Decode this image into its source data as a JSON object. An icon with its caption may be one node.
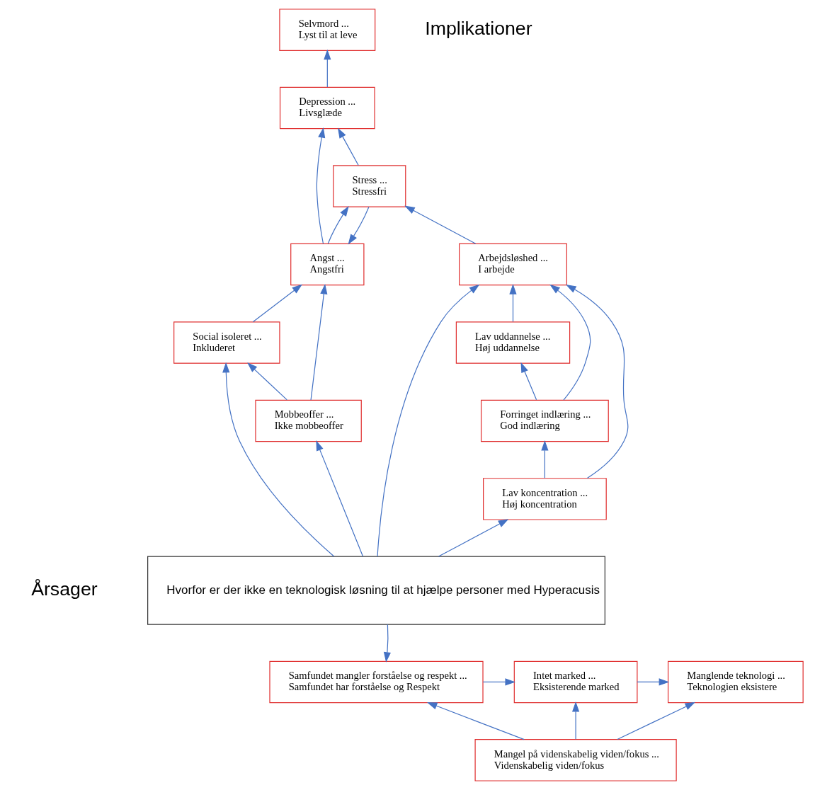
{
  "diagram": {
    "nodes": [
      {
        "text": [
          "Selvmord ...",
          "Lyst til at leve"
        ]
      },
      {
        "text": [
          "Depression ...",
          "Livsglæde"
        ]
      },
      {
        "text": [
          "Lav uddannelse ...",
          "Høj uddannelse"
        ]
      },
      {
        "text": [
          "Angst ...",
          "Angstfri"
        ]
      },
      {
        "text": [
          "Stress ...",
          "Stressfri"
        ]
      },
      {
        "text": [
          "Forringet indlæring ...",
          "God indlæring"
        ]
      },
      {
        "text": [
          "Social isoleret ...",
          "Inkluderet"
        ]
      },
      {
        "text": [
          "Mobbeoffer ...",
          "Ikke mobbeoffer"
        ]
      },
      {
        "text": [
          "Arbejdsløshed ...",
          "I arbejde"
        ]
      },
      {
        "text": [
          "Lav koncentration ...",
          "Høj koncentration"
        ]
      },
      {
        "text": [
          "Hvorfor er der ikke en teknologisk løsning til at hjælpe personer med Hyperacusis"
        ]
      },
      {
        "text": [
          "Manglende teknologi ...",
          "Teknologien eksistere"
        ]
      },
      {
        "text": [
          "Samfundet mangler forståelse og respekt ...",
          "Samfundet har forståelse og Respekt"
        ]
      },
      {
        "text": [
          "Intet marked ...",
          "Eksisterende marked"
        ]
      },
      {
        "text": [
          "Mangel på videnskabelig viden/fokus ...",
          "Videnskabelig viden/fokus"
        ]
      }
    ],
    "edges": [
      {
        "from": 1,
        "to": 0,
        "arrow": "to"
      },
      {
        "from": 3,
        "to": 1,
        "arrow": "to"
      },
      {
        "from": 4,
        "to": 1,
        "arrow": "to"
      },
      {
        "from": 3,
        "to": 4,
        "arrow": "to"
      },
      {
        "from": 4,
        "to": 3,
        "arrow": "to"
      },
      {
        "from": 6,
        "to": 3,
        "arrow": "to"
      },
      {
        "from": 7,
        "to": 3,
        "arrow": "to"
      },
      {
        "from": 8,
        "to": 4,
        "arrow": "to"
      },
      {
        "from": 2,
        "to": 8,
        "arrow": "to"
      },
      {
        "from": 5,
        "to": 2,
        "arrow": "to"
      },
      {
        "from": 5,
        "to": 8,
        "arrow": "to"
      },
      {
        "from": 9,
        "to": 5,
        "arrow": "to"
      },
      {
        "from": 9,
        "to": 8,
        "arrow": "to"
      },
      {
        "from": 7,
        "to": 6,
        "arrow": "to"
      },
      {
        "from": 10,
        "to": 6,
        "arrow": "to"
      },
      {
        "from": 10,
        "to": 7,
        "arrow": "to"
      },
      {
        "from": 10,
        "to": 8,
        "arrow": "to"
      },
      {
        "from": 10,
        "to": 9,
        "arrow": "to"
      },
      {
        "from": 10,
        "to": 12,
        "arrow": "to"
      },
      {
        "from": 12,
        "to": 13,
        "arrow": "to"
      },
      {
        "from": 13,
        "to": 11,
        "arrow": "to"
      },
      {
        "from": 14,
        "to": 11,
        "arrow": "to"
      },
      {
        "from": 14,
        "to": 12,
        "arrow": "to"
      },
      {
        "from": 14,
        "to": 13,
        "arrow": "to"
      }
    ],
    "labels": [
      "Implikationer",
      "Årsager"
    ]
  }
}
